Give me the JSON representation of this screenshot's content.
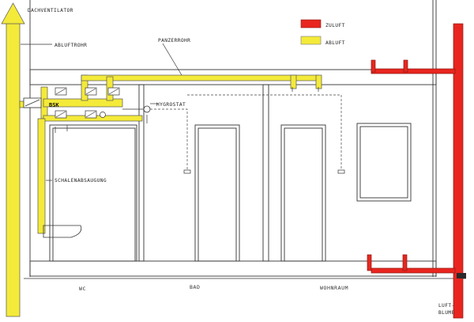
{
  "labels": {
    "dachventilator": "DACHVENTILATOR",
    "abluftrohr": "ABLUFTROHR",
    "panzerrohr": "PANZERROHR",
    "bsk": "BSK",
    "hygrostat": "HYGROSTAT",
    "schalenabsaugung": "SCHALENABSAUGUNG",
    "luftblume_1": "LUFT-",
    "luftblume_2": "BLUME"
  },
  "legend": [
    {
      "label": "ZULUFT",
      "color": "#e8261f"
    },
    {
      "label": "ABLUFT",
      "color": "#f4ea3a"
    }
  ],
  "rooms": [
    {
      "label": "WC"
    },
    {
      "label": "BAD"
    },
    {
      "label": "WOHNRAUM"
    }
  ],
  "colors": {
    "zuluft": "#e8261f",
    "abluft": "#f4ea3a",
    "line": "#333333"
  }
}
